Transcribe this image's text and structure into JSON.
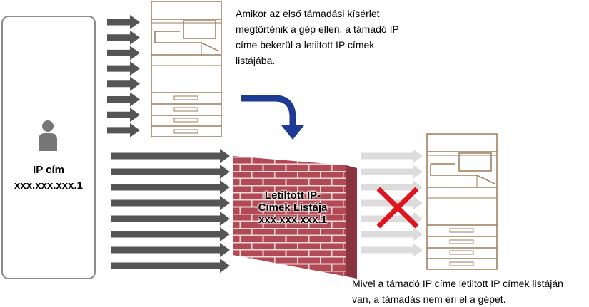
{
  "source": {
    "label": "IP cím",
    "address": "xxx.xxx.xxx.1"
  },
  "top_note": [
    "Amikor az első támadási kísérlet",
    "megtörténik a gép ellen, a támadó IP",
    "címe bekerül a letiltott IP címek",
    "listájába."
  ],
  "wall": {
    "title_line1": "Letiltott IP-",
    "title_line2": "Címek Listája",
    "address": "xxx.xxx.xxx.1"
  },
  "bottom_note": [
    "Mivel a támadó IP címe letiltott IP címek listáján",
    "van, a támadás nem éri el a gépet."
  ],
  "colors": {
    "arrow": "#555555",
    "faded_arrow": "#dcdcdc",
    "wall": "#b24a55",
    "blue": "#1f3a93",
    "cross": "#e0141e",
    "printer": "#9b7b5a"
  }
}
